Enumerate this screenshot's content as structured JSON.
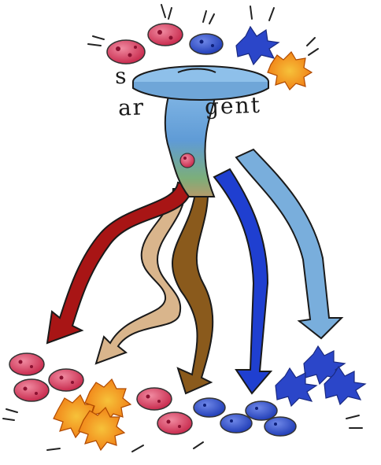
{
  "illustration": {
    "word_parts": {
      "s": "s",
      "ar": "ar",
      "gent": "gent"
    },
    "colors": {
      "red_lineage": "#a81515",
      "tan_lineage": "#d9b58c",
      "brown_lineage": "#8a5a1c",
      "blue_lineage": "#1f3fd0",
      "lightblue_lineage": "#79aedc",
      "disc": "#8ec0ea",
      "red_cell": "#d83a5a",
      "orange_cell": "#f39a1c",
      "blue_cell": "#2a4fc8",
      "spiky_cell": "#2b46c9"
    }
  }
}
